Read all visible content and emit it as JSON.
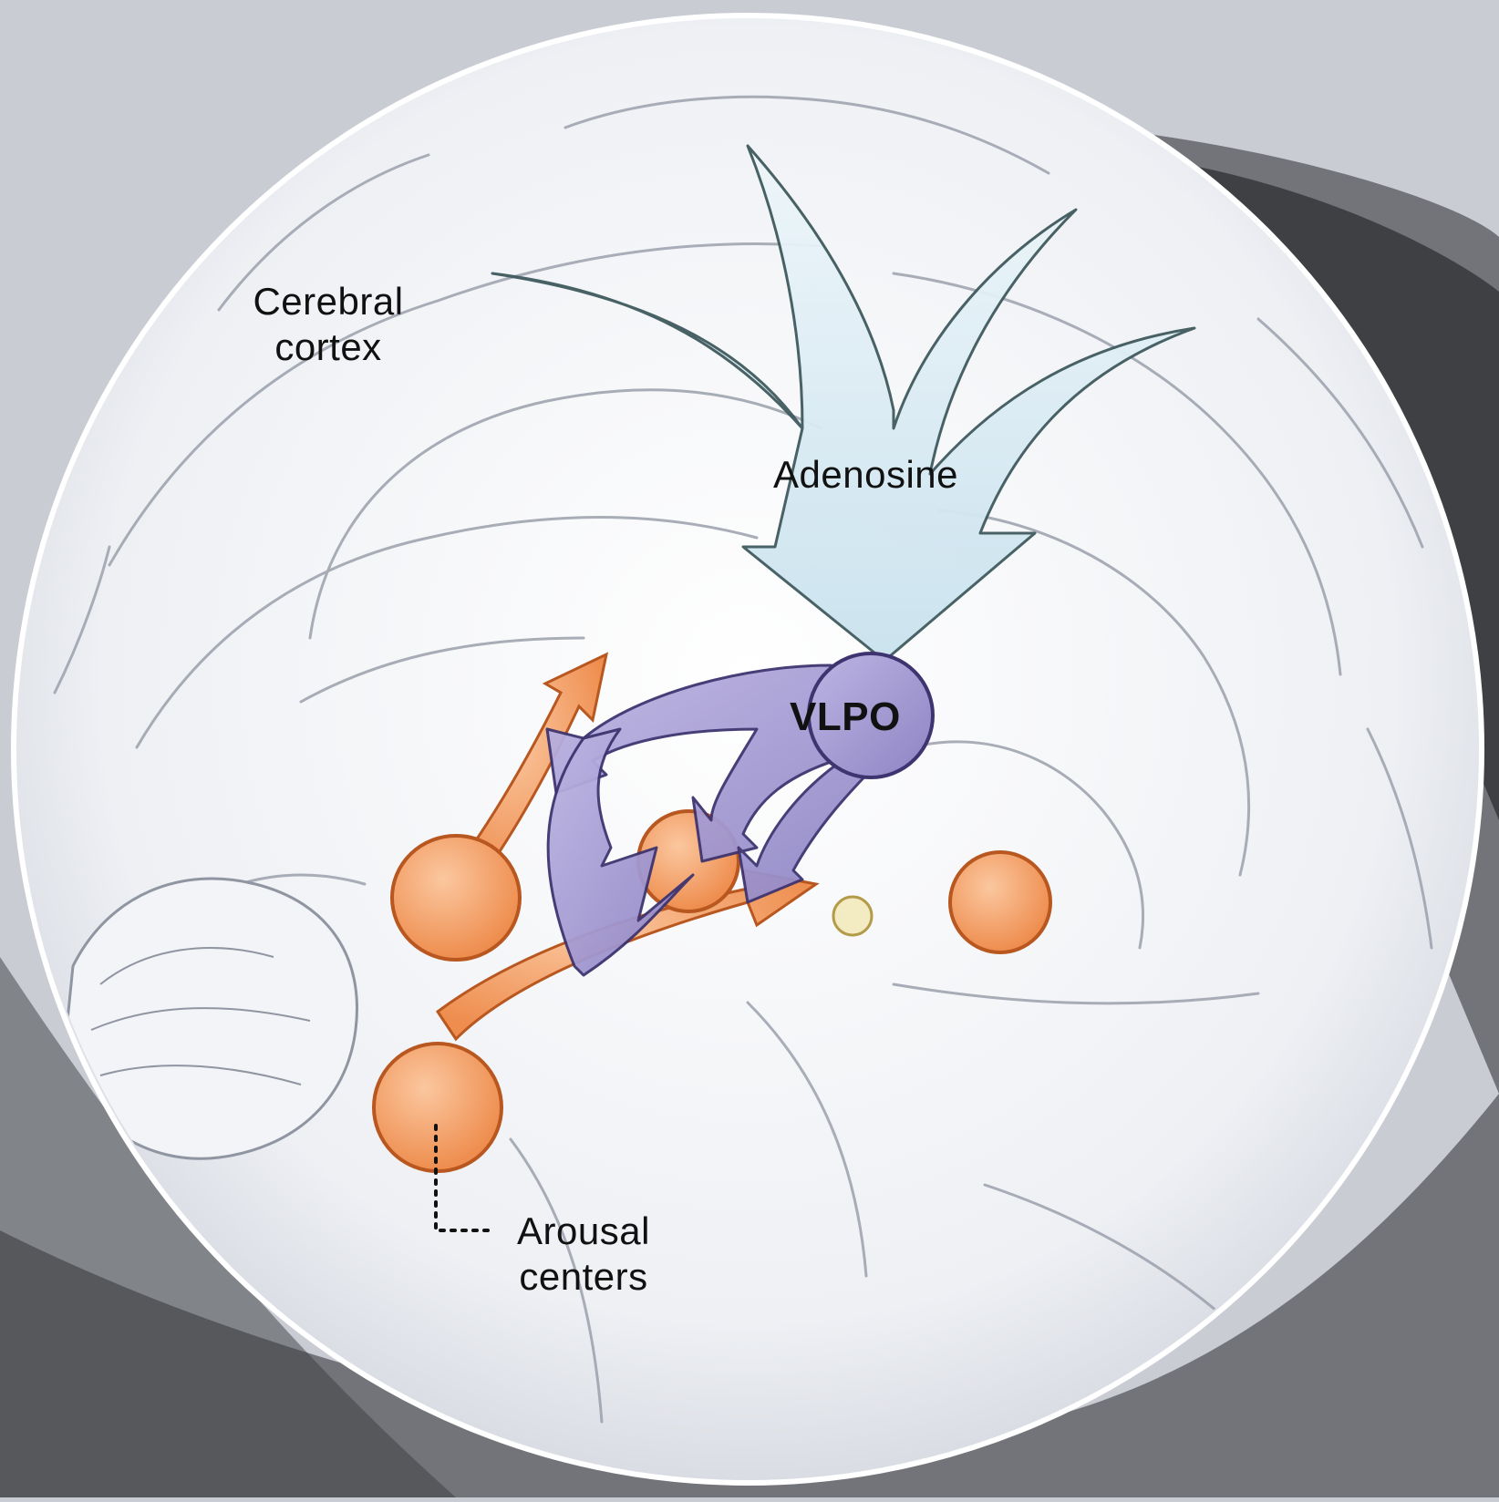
{
  "labels": {
    "cerebral_cortex": [
      "Cerebral",
      "cortex"
    ],
    "adenosine": "Adenosine",
    "vlpo": "VLPO",
    "arousal_centers": [
      "Arousal",
      "centers"
    ]
  },
  "colors": {
    "background_gray": "#c9ccd3",
    "brain_white": "#f4f5f8",
    "brain_line": "#9aa0ab",
    "adenosine_arrow": "#d4e8f2",
    "adenosine_outline": "#3f5a5e",
    "vlpo_purple": "#a9a0d4",
    "vlpo_outline": "#3d3470",
    "arousal_orange": "#f4a771",
    "arousal_outline": "#b8571f",
    "small_dot_yellow": "#f3ecc2"
  }
}
